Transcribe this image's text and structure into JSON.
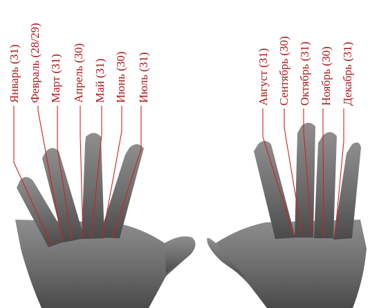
{
  "colors": {
    "label": "#b01515",
    "leader": "#d41e1e",
    "skin_light": "#9a9a9a",
    "skin_dark": "#3e3e3e",
    "background": "#ffffff"
  },
  "left_hand": {
    "months": [
      {
        "label": "Январь (31)"
      },
      {
        "label": "Февраль (28/29)"
      },
      {
        "label": "Март (31)"
      },
      {
        "label": "Апрель (30)"
      },
      {
        "label": "Май (31)"
      },
      {
        "label": "Июнь (30)"
      },
      {
        "label": "Июль (31)"
      }
    ]
  },
  "right_hand": {
    "months": [
      {
        "label": "Август (31)"
      },
      {
        "label": "Сентябрь (30)"
      },
      {
        "label": "Октябрь (31)"
      },
      {
        "label": "Ноябрь (30)"
      },
      {
        "label": "Декабрь (31)"
      }
    ]
  }
}
